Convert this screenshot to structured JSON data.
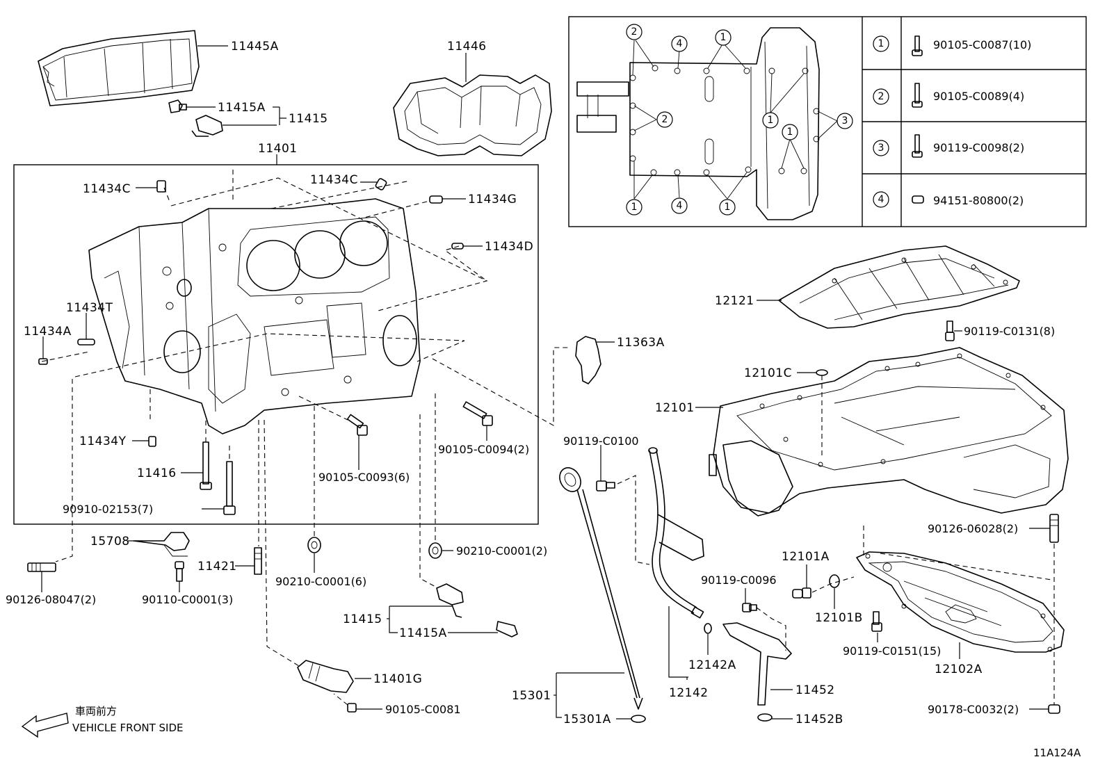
{
  "diagram_code": "11A124A",
  "front_note": {
    "jp": "車両前方",
    "en": "VEHICLE FRONT SIDE"
  },
  "labels": {
    "p11445A": "11445A",
    "p11446": "11446",
    "p11415A_top": "11415A",
    "p11415_top": "11415",
    "p11401": "11401",
    "p11434C_left": "11434C",
    "p11434C_mid": "11434C",
    "p11434G": "11434G",
    "p11434D": "11434D",
    "p11434T": "11434T",
    "p11434A": "11434A",
    "p11434Y": "11434Y",
    "p11416": "11416",
    "p90910": "90910-02153(7)",
    "p90105_C0093": "90105-C0093(6)",
    "p90105_C0094": "90105-C0094(2)",
    "p15708": "15708",
    "p11421": "11421",
    "p90126_08047": "90126-08047(2)",
    "p90110": "90110-C0001(3)",
    "p90210_6": "90210-C0001(6)",
    "p90210_2": "90210-C0001(2)",
    "p11415_bot": "11415",
    "p11415A_bot": "11415A",
    "p11401G": "11401G",
    "p90105_C0081": "90105-C0081",
    "p11363A": "11363A",
    "p12121": "12121",
    "p90119_C0131": "90119-C0131(8)",
    "p12101C": "12101C",
    "p12101": "12101",
    "p90119_C0100": "90119-C0100",
    "p90126_06028": "90126-06028(2)",
    "p12101A": "12101A",
    "p90119_C0096": "90119-C0096",
    "p12101B": "12101B",
    "p90119_C0151": "90119-C0151(15)",
    "p12102A": "12102A",
    "p12142A": "12142A",
    "p12142": "12142",
    "p11452": "11452",
    "p11452B": "11452B",
    "p15301": "15301",
    "p15301A": "15301A",
    "p90178": "90178-C0032(2)"
  },
  "legend": {
    "rows": [
      {
        "key": "1",
        "part": "90105-C0087(10)"
      },
      {
        "key": "2",
        "part": "90105-C0089(4)"
      },
      {
        "key": "3",
        "part": "90119-C0098(2)"
      },
      {
        "key": "4",
        "part": "94151-80800(2)"
      }
    ]
  },
  "bolt_pattern_markers": [
    "2",
    "4",
    "1",
    "2",
    "1",
    "3",
    "1",
    "1",
    "4",
    "1"
  ]
}
